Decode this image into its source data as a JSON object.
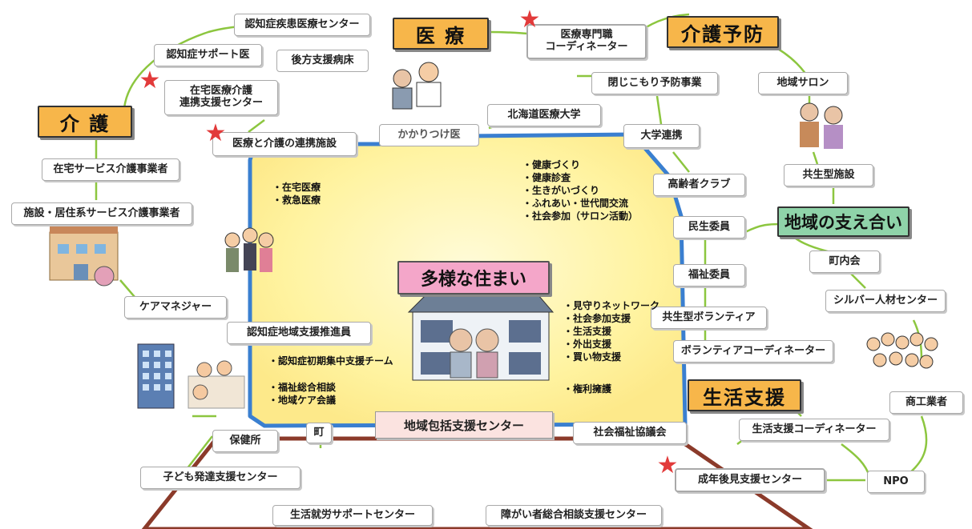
{
  "categories": {
    "iryo": "医 療",
    "kaigo": "介 護",
    "kaigo_yobo": "介護予防",
    "chiiki": "地域の支え合い",
    "seikatsu": "生活支援",
    "sumai": "多様な住まい"
  },
  "center": "地域包括支援センター",
  "boxes": {
    "ninchisho_iryo": "認知症疾患医療センター",
    "ninchisho_support": "認知症サポート医",
    "koho_byoin": "後方支援病床",
    "zaitaku_renkei": "在宅医療介護\n連携支援センター",
    "iryo_kaigo_renkei": "医療と介護の連携施設",
    "zaitaku_service": "在宅サービス介護事業者",
    "shisetsu_service": "施設・居住系サービス介護事業者",
    "care_manager": "ケアマネジャー",
    "ninchisho_suishin": "認知症地域支援推進員",
    "hokenjo": "保健所",
    "machi": "町",
    "kodomo": "子ども発達支援センター",
    "seikatsu_shuro": "生活就労サポートセンター",
    "shogai": "障がい者総合相談支援センター",
    "kakaritsuke": "かかりつけ医",
    "hokkaido_idai": "北海道医療大学",
    "senmon_coord": "医療専門職\nコーディネーター",
    "tojikomori": "閉じこもり予防事業",
    "daigaku": "大学連携",
    "koreisha_club": "高齢者クラブ",
    "minsei": "民生委員",
    "fukushi_iin": "福祉委員",
    "kyosei_vol": "共生型ボランティア",
    "vol_coord": "ボランティアコーディネーター",
    "shakyo": "社会福祉協議会",
    "seikatsu_coord": "生活支援コーディネーター",
    "seinen_koken": "成年後見支援センター",
    "npo": "NPO",
    "shoko": "商工業者",
    "silver": "シルバー人材センター",
    "chonaikai": "町内会",
    "kyosei_shisetsu": "共生型施設",
    "chiiki_salon": "地域サロン"
  },
  "lists": {
    "iryo_list": [
      "・在宅医療",
      "・救急医療"
    ],
    "yobo_list": [
      "・健康づくり",
      "・健康診査",
      "・生きがいづくり",
      "・ふれあい・世代間交流",
      "・社会参加（サロン活動）"
    ],
    "ninchi_list": [
      "・認知症初期集中支援チーム"
    ],
    "sodan_list": [
      "・福祉総合相談",
      "・地域ケア会議"
    ],
    "shien_list": [
      "・見守りネットワーク",
      "・社会参加支援",
      "・生活支援",
      "・外出支援",
      "・買い物支援"
    ],
    "kenri_list": [
      "・権利擁護"
    ]
  },
  "colors": {
    "frame_blue": "#3a7fd0",
    "yellow_glow": "#fff6b0",
    "green_line": "#8cc63f",
    "orange": "#f7b64a",
    "green_box": "#8fd3a9",
    "pink_box": "#f4a6c9",
    "star": "#e23a3a",
    "ground": "#8b3a2a"
  },
  "icons": {
    "star": "star-icon"
  }
}
